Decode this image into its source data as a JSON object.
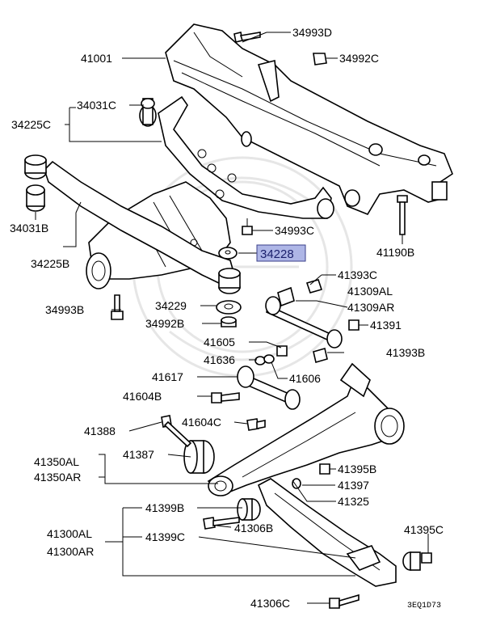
{
  "highlight_color": "#aeb6e6",
  "diagram_code": "3EQ1D73",
  "parts": {
    "p34993D": "34993D",
    "p41001": "41001",
    "p34992C": "34992C",
    "p34031C": "34031C",
    "p34225C": "34225C",
    "p34031B": "34031B",
    "p34993C": "34993C",
    "p41190B": "41190B",
    "p34225B": "34225B",
    "p34228": "34228",
    "p41393C": "41393C",
    "p41309AL": "41309AL",
    "p41309AR": "41309AR",
    "p34993B": "34993B",
    "p34229": "34229",
    "p34992B": "34992B",
    "p41391": "41391",
    "p41605": "41605",
    "p41636": "41636",
    "p41393B": "41393B",
    "p41617": "41617",
    "p41606": "41606",
    "p41604B": "41604B",
    "p41388": "41388",
    "p41604C": "41604C",
    "p41350AL": "41350AL",
    "p41350AR": "41350AR",
    "p41387": "41387",
    "p41395B": "41395B",
    "p41397": "41397",
    "p41325": "41325",
    "p41399B": "41399B",
    "p41300AL": "41300AL",
    "p41300AR": "41300AR",
    "p41306B": "41306B",
    "p41399C": "41399C",
    "p41395C": "41395C",
    "p41306C": "41306C"
  }
}
